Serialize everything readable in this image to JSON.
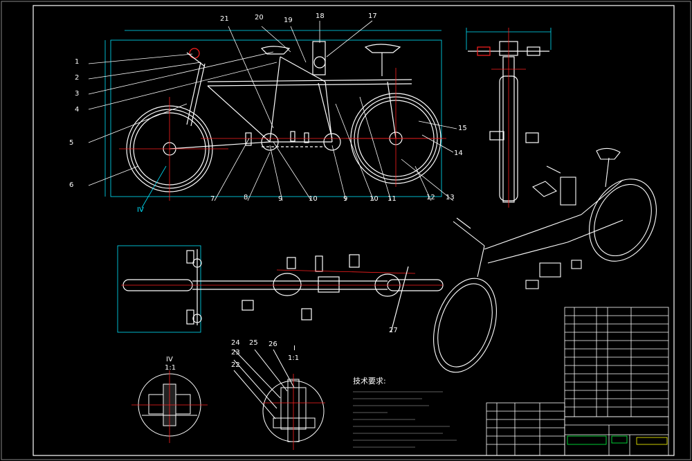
{
  "colors": {
    "background": "#000000",
    "line": "#ffffff",
    "centerline": "#ff2020",
    "dimension": "#00e5ff",
    "leader": "#ffffff",
    "title_block_green": "#00ff40",
    "title_block_yellow": "#ffff00"
  },
  "callouts": {
    "left": [
      "1",
      "2",
      "3",
      "4",
      "5",
      "6"
    ],
    "top": [
      "21",
      "20",
      "19",
      "18",
      "17"
    ],
    "bottom": [
      "7",
      "8",
      "9",
      "10",
      "9",
      "10",
      "11",
      "12",
      "13"
    ],
    "right": [
      "15",
      "14"
    ],
    "section": "IV",
    "plan": "27",
    "detail_numbers": [
      "24",
      "25",
      "26",
      "23",
      "22"
    ]
  },
  "details": {
    "left": {
      "title": "IV",
      "scale": "1:1"
    },
    "right": {
      "title": "I",
      "scale": "1:1"
    }
  },
  "notes": {
    "heading": "技术要求:"
  },
  "icons": {
    "side_view": "bicycle-side-view-icon",
    "front_view": "bicycle-front-view-icon",
    "top_view": "bicycle-top-view-icon",
    "iso_view": "bicycle-isometric-view-icon"
  }
}
